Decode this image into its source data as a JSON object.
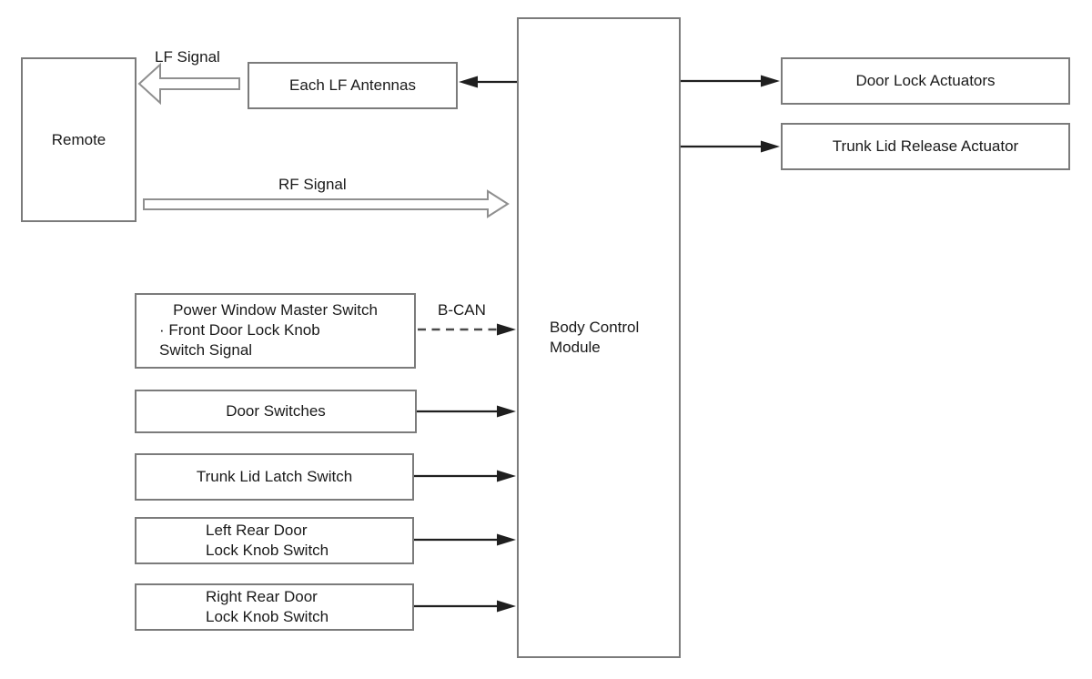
{
  "diagram": {
    "nodes": {
      "remote": {
        "label": "Remote"
      },
      "each_lf_antennas": {
        "label": "Each LF Antennas"
      },
      "bcm": {
        "line1": "Body Control",
        "line2": "Module"
      },
      "door_lock_actuators": {
        "label": "Door Lock Actuators"
      },
      "trunk_lid_release_actuator": {
        "label": "Trunk Lid Release Actuator"
      },
      "power_window_master_switch": {
        "line1": "Power Window Master Switch",
        "line2": "· Front Door Lock Knob",
        "line3": "Switch Signal"
      },
      "door_switches": {
        "label": "Door Switches"
      },
      "trunk_lid_latch_switch": {
        "label": "Trunk Lid Latch Switch"
      },
      "left_rear_door_lock_knob_switch": {
        "line1": "Left Rear Door",
        "line2": "Lock Knob Switch"
      },
      "right_rear_door_lock_knob_switch": {
        "line1": "Right Rear Door",
        "line2": "Lock Knob Switch"
      }
    },
    "signals": {
      "lf": "LF Signal",
      "rf": "RF Signal",
      "bcan": "B-CAN"
    },
    "colors": {
      "background": "#ffffff",
      "box_border": "#7b7b7b",
      "arrow": "#1f1f1f",
      "dashed_line": "#4a4a4a",
      "hollow_arrow_outline": "#8f8f8f",
      "text": "#1a1a1a"
    }
  }
}
